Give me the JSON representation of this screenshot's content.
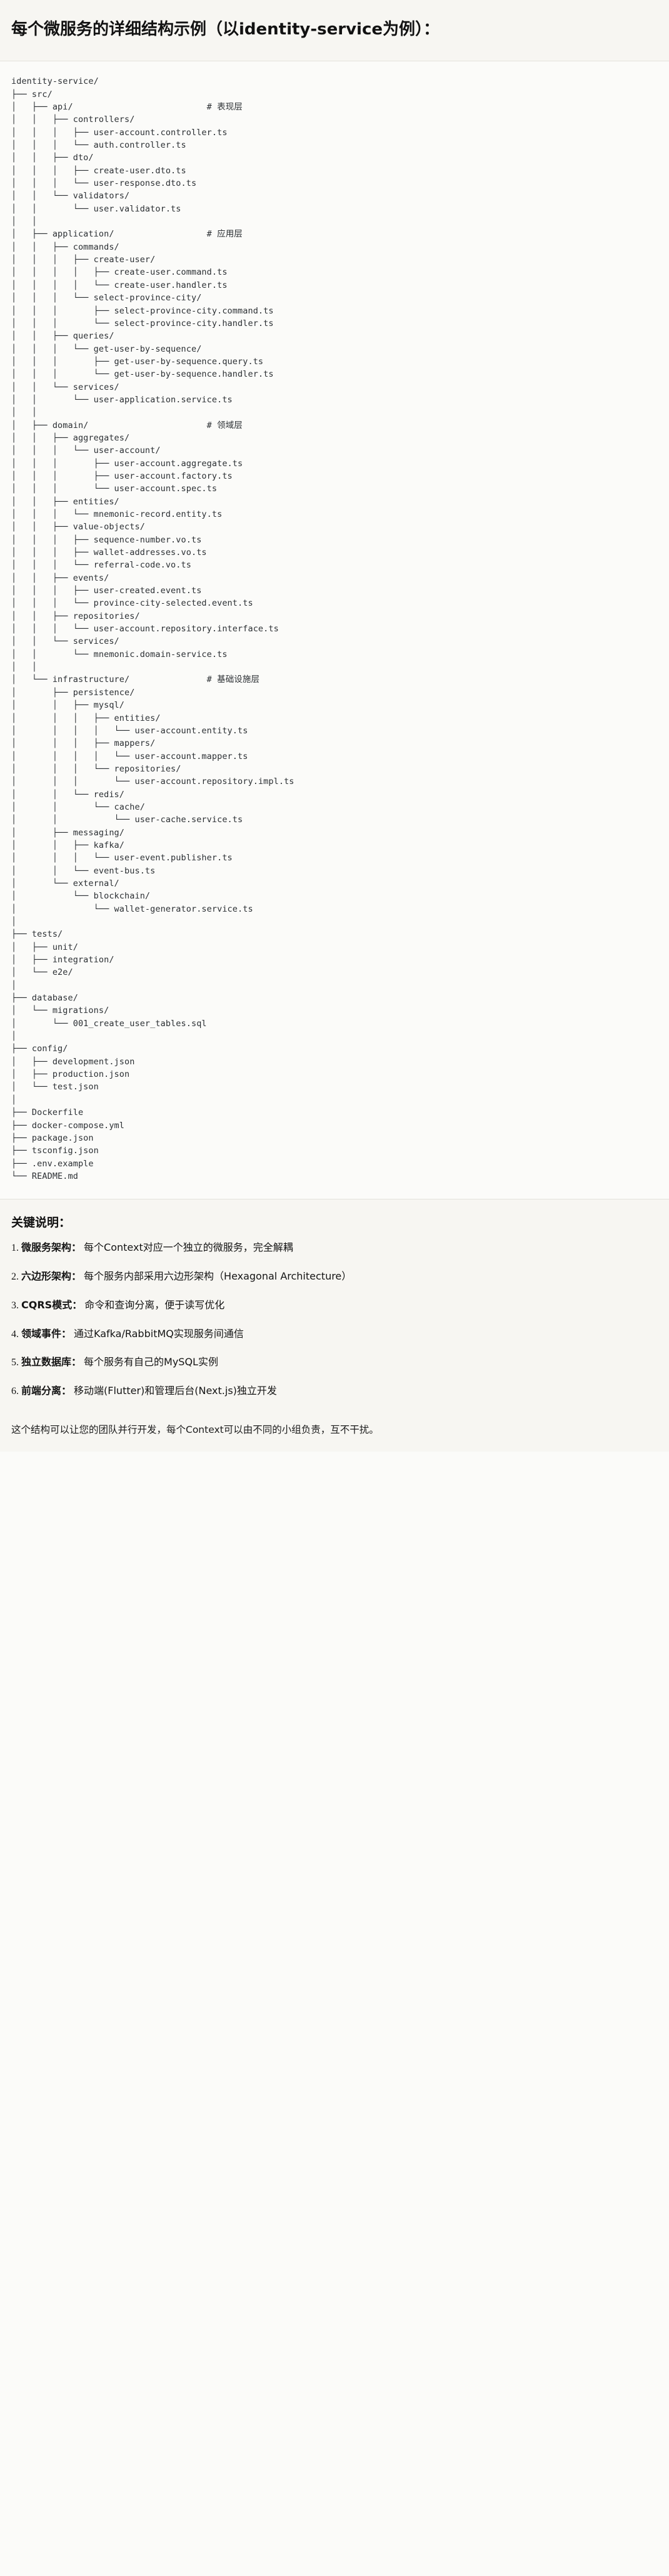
{
  "header": {
    "title_cn_1": "每个微服务的详细结构示例",
    "title_paren_open": "（以",
    "title_latin": "identity-service",
    "title_paren_close": "为例）",
    "title_colon": "：",
    "title_full": "每个微服务的详细结构示例（以identity-service为例）："
  },
  "tree": {
    "root": "identity-service/",
    "comments": {
      "api": "# 表现层",
      "application": "# 应用层",
      "domain": "# 领域层",
      "infrastructure": "# 基础设施层"
    },
    "text": "identity-service/\n├── src/\n│   ├── api/                          # 表现层\n│   │   ├── controllers/\n│   │   │   ├── user-account.controller.ts\n│   │   │   └── auth.controller.ts\n│   │   ├── dto/\n│   │   │   ├── create-user.dto.ts\n│   │   │   └── user-response.dto.ts\n│   │   └── validators/\n│   │       └── user.validator.ts\n│   │\n│   ├── application/                  # 应用层\n│   │   ├── commands/\n│   │   │   ├── create-user/\n│   │   │   │   ├── create-user.command.ts\n│   │   │   │   └── create-user.handler.ts\n│   │   │   └── select-province-city/\n│   │   │       ├── select-province-city.command.ts\n│   │   │       └── select-province-city.handler.ts\n│   │   ├── queries/\n│   │   │   └── get-user-by-sequence/\n│   │   │       ├── get-user-by-sequence.query.ts\n│   │   │       └── get-user-by-sequence.handler.ts\n│   │   └── services/\n│   │       └── user-application.service.ts\n│   │\n│   ├── domain/                       # 领域层\n│   │   ├── aggregates/\n│   │   │   └── user-account/\n│   │   │       ├── user-account.aggregate.ts\n│   │   │       ├── user-account.factory.ts\n│   │   │       └── user-account.spec.ts\n│   │   ├── entities/\n│   │   │   └── mnemonic-record.entity.ts\n│   │   ├── value-objects/\n│   │   │   ├── sequence-number.vo.ts\n│   │   │   ├── wallet-addresses.vo.ts\n│   │   │   └── referral-code.vo.ts\n│   │   ├── events/\n│   │   │   ├── user-created.event.ts\n│   │   │   └── province-city-selected.event.ts\n│   │   ├── repositories/\n│   │   │   └── user-account.repository.interface.ts\n│   │   └── services/\n│   │       └── mnemonic.domain-service.ts\n│   │\n│   └── infrastructure/               # 基础设施层\n│       ├── persistence/\n│       │   ├── mysql/\n│       │   │   ├── entities/\n│       │   │   │   └── user-account.entity.ts\n│       │   │   ├── mappers/\n│       │   │   │   └── user-account.mapper.ts\n│       │   │   └── repositories/\n│       │   │       └── user-account.repository.impl.ts\n│       │   └── redis/\n│       │       └── cache/\n│       │           └── user-cache.service.ts\n│       ├── messaging/\n│       │   ├── kafka/\n│       │   │   └── user-event.publisher.ts\n│       │   └── event-bus.ts\n│       └── external/\n│           └── blockchain/\n│               └── wallet-generator.service.ts\n│\n├── tests/\n│   ├── unit/\n│   ├── integration/\n│   └── e2e/\n│\n├── database/\n│   └── migrations/\n│       └── 001_create_user_tables.sql\n│\n├── config/\n│   ├── development.json\n│   ├── production.json\n│   └── test.json\n│\n├── Dockerfile\n├── docker-compose.yml\n├── package.json\n├── tsconfig.json\n├── .env.example\n└── README.md"
  },
  "notes": {
    "title": "关键说明：",
    "items": [
      {
        "num": "1.",
        "term": "微服务架构",
        "sep": "：",
        "desc": "每个Context对应一个独立的微服务，完全解耦"
      },
      {
        "num": "2.",
        "term": "六边形架构",
        "sep": "：",
        "desc": "每个服务内部采用六边形架构（Hexagonal Architecture）"
      },
      {
        "num": "3.",
        "term": "CQRS模式",
        "sep": "：",
        "desc": "命令和查询分离，便于读写优化"
      },
      {
        "num": "4.",
        "term": "领域事件",
        "sep": "：",
        "desc": "通过Kafka/RabbitMQ实现服务间通信"
      },
      {
        "num": "5.",
        "term": "独立数据库",
        "sep": "：",
        "desc": "每个服务有自己的MySQL实例"
      },
      {
        "num": "6.",
        "term": "前端分离",
        "sep": "：",
        "desc": "移动端(Flutter)和管理后台(Next.js)独立开发"
      }
    ],
    "footer": "这个结构可以让您的团队并行开发，每个Context可以由不同的小组负责，互不干扰。"
  }
}
